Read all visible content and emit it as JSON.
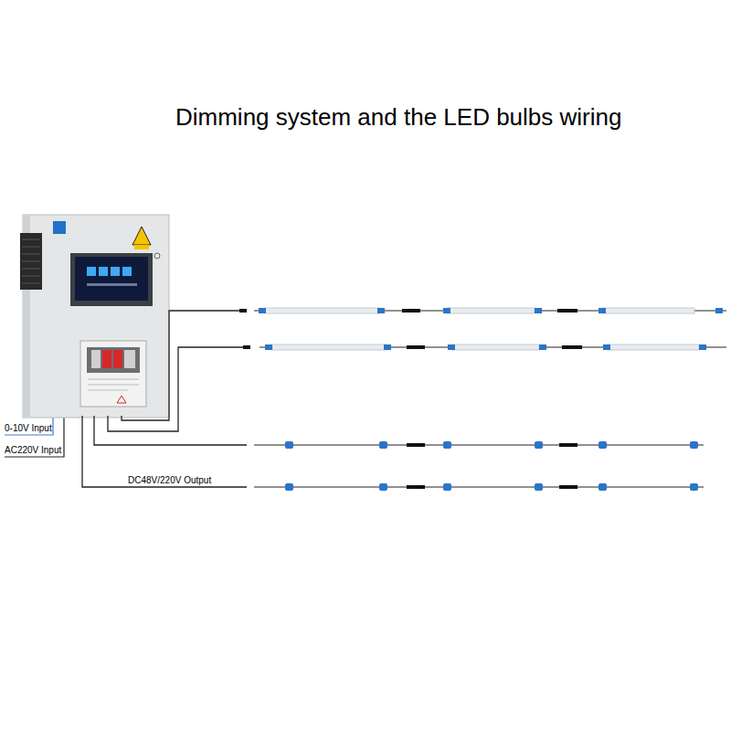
{
  "diagram": {
    "title": "Dimming system and the LED bulbs wiring",
    "labels": [
      "0-10V Input",
      "AC220V Input",
      "DC48V/220V Output"
    ]
  }
}
